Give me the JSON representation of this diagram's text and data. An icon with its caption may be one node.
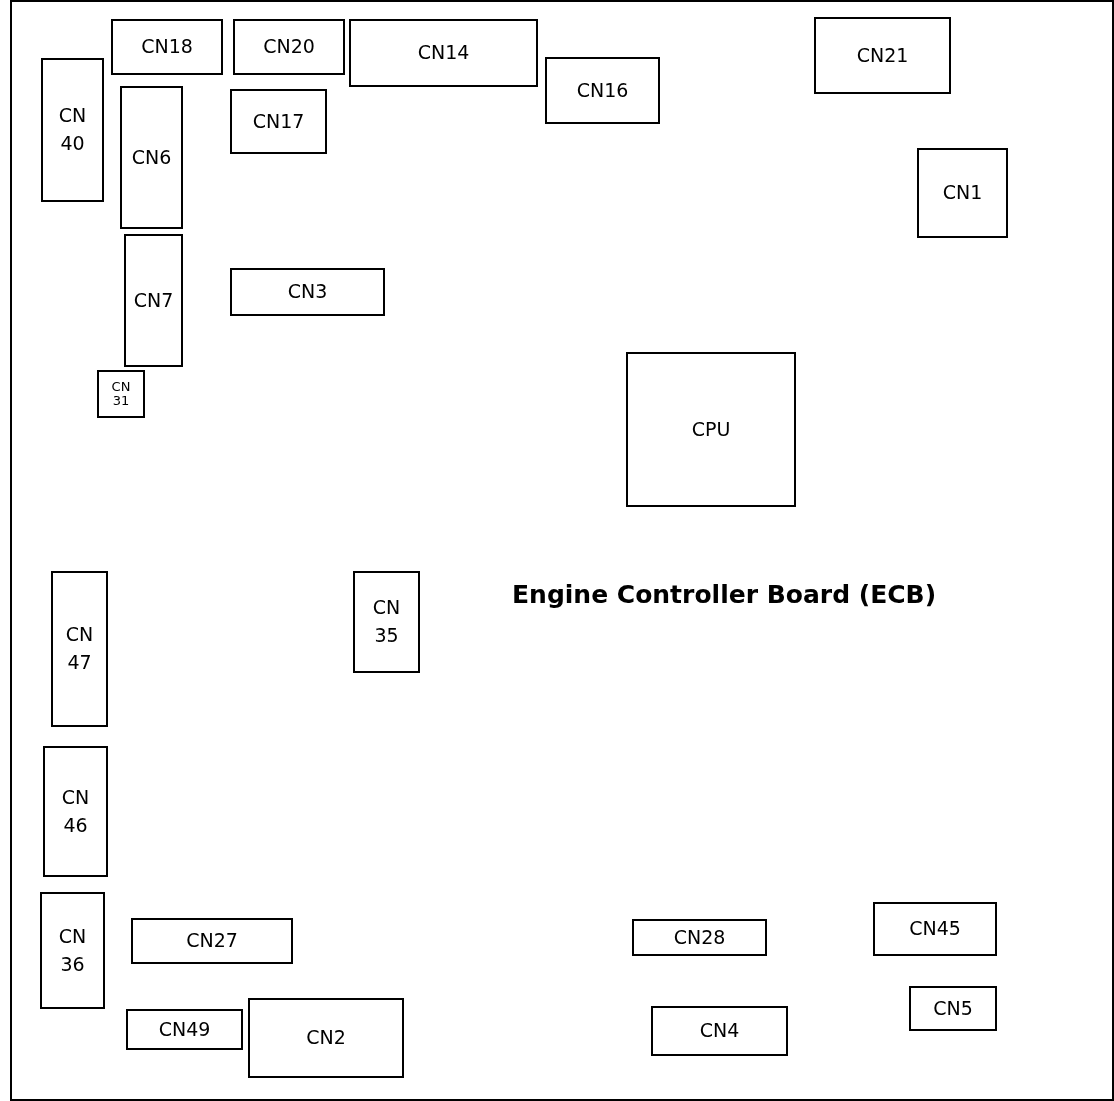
{
  "diagram": {
    "nodes": [
      {
        "text": [
          "Engine Controller Board (ECB)"
        ]
      },
      {
        "text": [
          "CN18"
        ],
        "in": 0
      },
      {
        "text": [
          "CN20"
        ],
        "in": 0
      },
      {
        "text": [
          "CN14"
        ],
        "in": 0
      },
      {
        "text": [
          "CN21"
        ],
        "in": 0
      },
      {
        "text": [
          "CN 40"
        ],
        "in": 0
      },
      {
        "text": [
          "CN16"
        ],
        "in": 0
      },
      {
        "text": [
          "CN6"
        ],
        "in": 0
      },
      {
        "text": [
          "CN17"
        ],
        "in": 0
      },
      {
        "text": [
          "CN1"
        ],
        "in": 0
      },
      {
        "text": [
          "CN7"
        ],
        "in": 0
      },
      {
        "text": [
          "CN3"
        ],
        "in": 0
      },
      {
        "text": [
          "CN 31"
        ],
        "in": 0
      },
      {
        "text": [
          "CPU"
        ],
        "in": 0
      },
      {
        "text": [
          "CN 47"
        ],
        "in": 0
      },
      {
        "text": [
          "CN 35"
        ],
        "in": 0
      },
      {
        "text": [
          "CN 46"
        ],
        "in": 0
      },
      {
        "text": [
          "CN 36"
        ],
        "in": 0
      },
      {
        "text": [
          "CN45"
        ],
        "in": 0
      },
      {
        "text": [
          "CN27"
        ],
        "in": 0
      },
      {
        "text": [
          "CN28"
        ],
        "in": 0
      },
      {
        "text": [
          "CN5"
        ],
        "in": 0
      },
      {
        "text": [
          "CN49"
        ],
        "in": 0
      },
      {
        "text": [
          "CN2"
        ],
        "in": 0
      },
      {
        "text": [
          "CN4"
        ],
        "in": 0
      }
    ]
  }
}
